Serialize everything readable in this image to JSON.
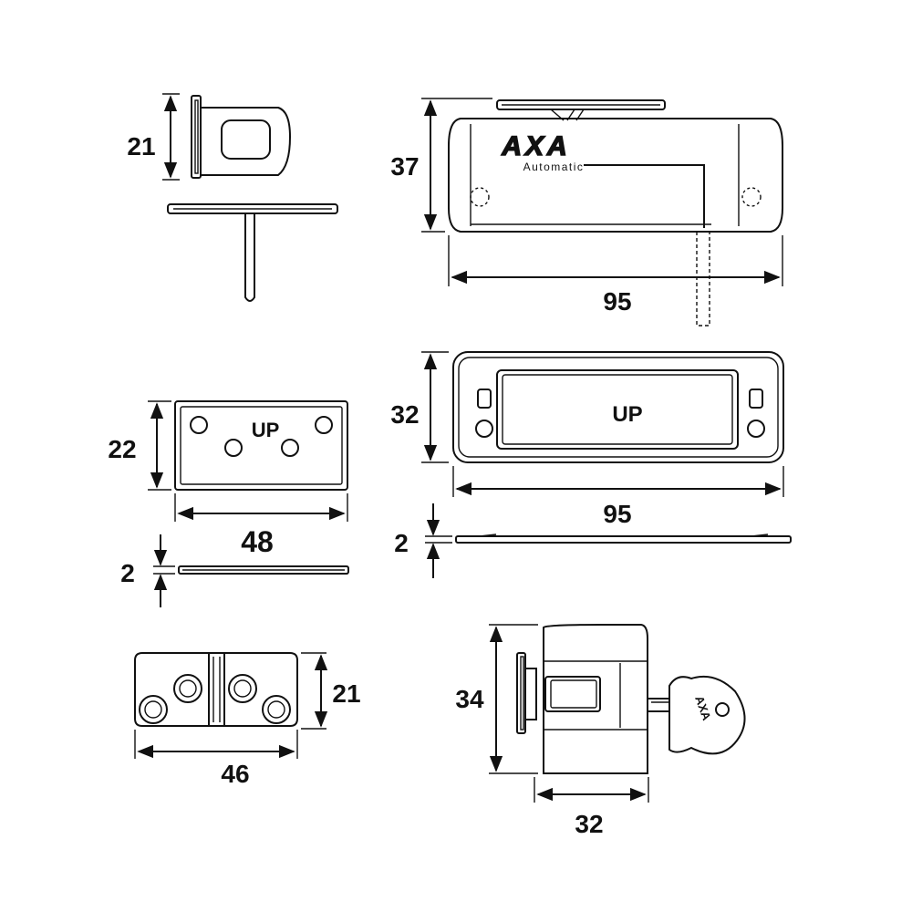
{
  "diagram": {
    "brand": {
      "logo_text": "AXA",
      "sub_text": "Automatic"
    },
    "top_left": {
      "height": "21"
    },
    "top_right": {
      "height": "37",
      "width": "95"
    },
    "mid_left": {
      "label": "UP",
      "height": "22",
      "width": "48",
      "thickness": "2"
    },
    "mid_right": {
      "label": "UP",
      "height": "32",
      "width": "95",
      "thickness": "2"
    },
    "bottom_left": {
      "height": "21",
      "width": "46"
    },
    "bottom_right": {
      "height": "34",
      "width": "32",
      "key_text": "AXA"
    }
  }
}
